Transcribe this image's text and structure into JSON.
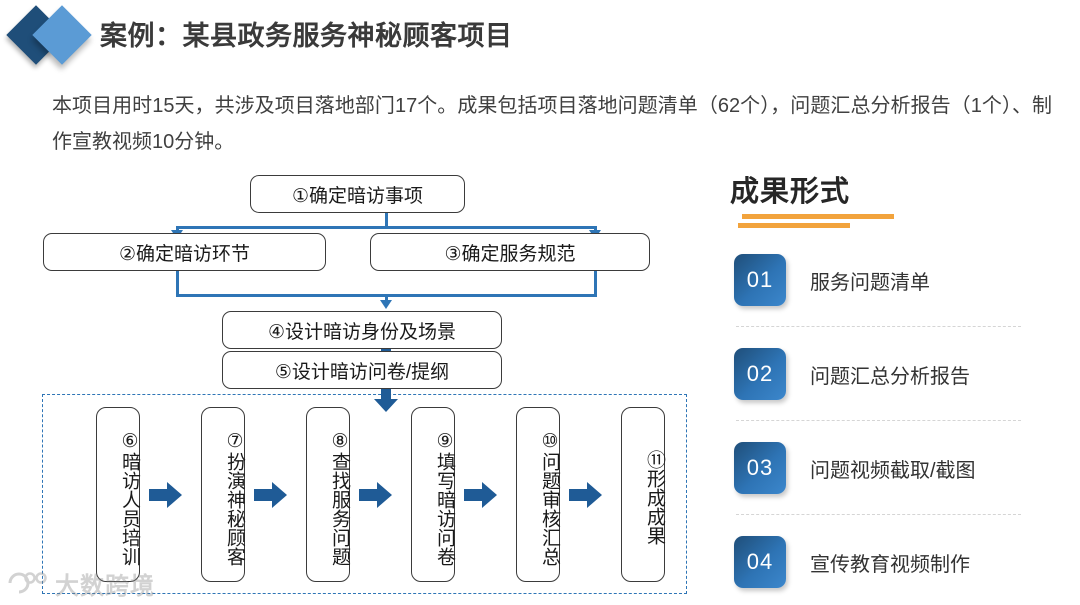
{
  "header": {
    "title": "案例：某县政务服务神秘顾客项目",
    "logo_icon": "double-diamond-logo-icon"
  },
  "intro": {
    "text": "本项目用时15天，共涉及项目落地部门17个。成果包括项目落地问题清单（62个），问题汇总分析报告（1个）、制作宣教视频10分钟。"
  },
  "flowchart": {
    "steps": [
      {
        "id": "step-1",
        "label": "①确定暗访事项"
      },
      {
        "id": "step-2",
        "label": "②确定暗访环节"
      },
      {
        "id": "step-3",
        "label": "③确定服务规范"
      },
      {
        "id": "step-4",
        "label": "④设计暗访身份及场景"
      },
      {
        "id": "step-5",
        "label": "⑤设计暗访问卷/提纲"
      }
    ],
    "execution_steps": [
      {
        "id": "step-6",
        "label": "⑥暗访人员培训"
      },
      {
        "id": "step-7",
        "label": "⑦扮演神秘顾客"
      },
      {
        "id": "step-8",
        "label": "⑧查找服务问题"
      },
      {
        "id": "step-9",
        "label": "⑨填写暗访问卷"
      },
      {
        "id": "step-10",
        "label": "⑩问题审核汇总"
      },
      {
        "id": "step-11",
        "label": "⑪形成成果"
      }
    ],
    "connector_color": "#2E75B6",
    "arrow_color": "#1F5B96"
  },
  "results": {
    "title": "成果形式",
    "accent_color": "#F2A33C",
    "items": [
      {
        "number": "01",
        "label": "服务问题清单"
      },
      {
        "number": "02",
        "label": "问题汇总分析报告"
      },
      {
        "number": "03",
        "label": "问题视频截取/截图"
      },
      {
        "number": "04",
        "label": "宣传教育视频制作"
      }
    ]
  },
  "watermark": {
    "text": "大数跨境",
    "icon": "watermark-logo-icon"
  }
}
